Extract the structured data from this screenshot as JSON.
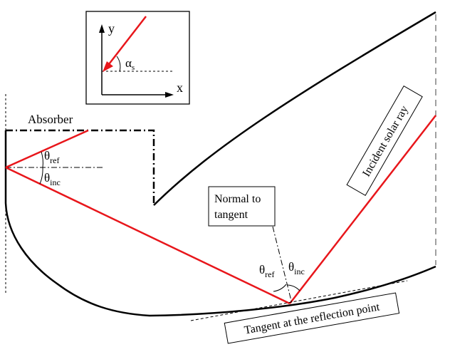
{
  "labels": {
    "absorber": "Absorber",
    "theta": "θ",
    "sub_ref": "ref",
    "sub_inc": "inc",
    "normal_line1": "Normal to",
    "normal_line2": "tangent",
    "incident_ray": "Incident solar ray",
    "tangent_point": "Tangent at the reflection point",
    "alpha": "α",
    "sub_s": "s",
    "axis_x": "x",
    "axis_y": "y"
  },
  "colors": {
    "ray": "#e8161b",
    "outline": "#000000",
    "dashed_guide": "#808080"
  }
}
